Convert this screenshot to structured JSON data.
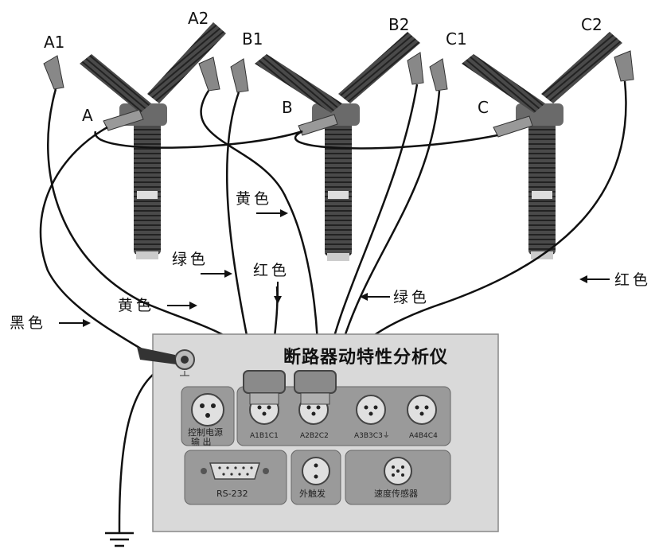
{
  "terminals": {
    "A1": "A1",
    "A2": "A2",
    "B1": "B1",
    "B2": "B2",
    "C1": "C1",
    "C2": "C2",
    "A": "A",
    "B": "B",
    "C": "C"
  },
  "wire_colors": {
    "yellow_top": "黄色",
    "green_left": "绿色",
    "red_center": "红色",
    "yellow_left": "黄色",
    "black": "黑色",
    "green_right": "绿色",
    "red_right": "红色"
  },
  "device": {
    "title": "断路器动特性分析仪",
    "control_power_line1": "控制电源",
    "control_power_line2": "输  出",
    "ports": [
      "A1B1C1",
      "A2B2C2",
      "A3B3C3⏚",
      "A4B4C4"
    ],
    "rs232": "RS-232",
    "ext_trigger": "外触发",
    "speed_sensor": "速度传感器"
  },
  "colors": {
    "panel": "#d9d9d9",
    "group": "#9a9a9a",
    "insulator": "#3a3a3a",
    "wire": "#111111"
  }
}
